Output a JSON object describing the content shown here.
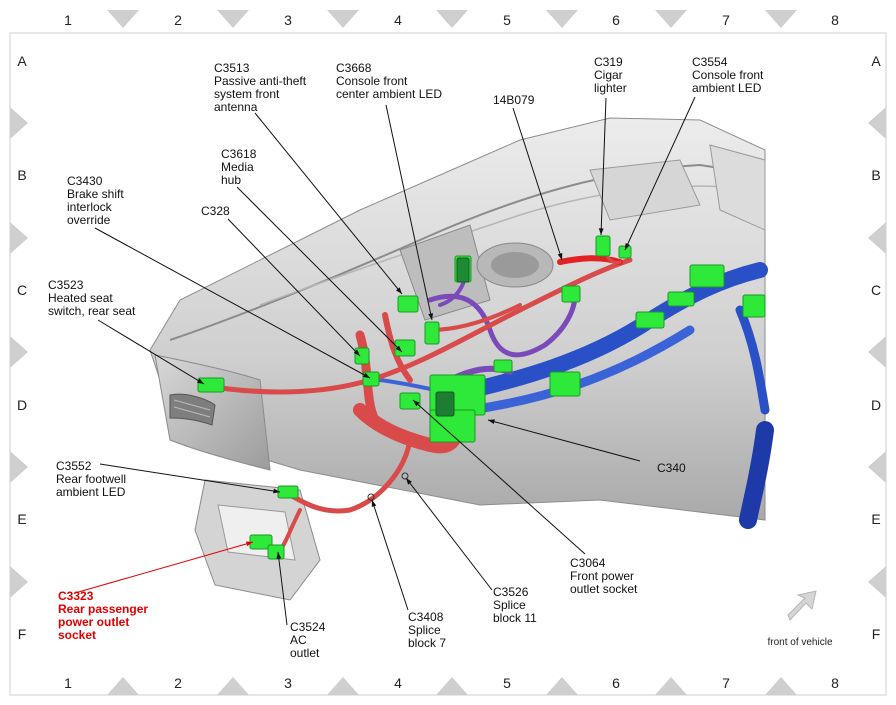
{
  "grid": {
    "columns": [
      "1",
      "2",
      "3",
      "4",
      "5",
      "6",
      "7",
      "8"
    ],
    "rows": [
      "A",
      "B",
      "C",
      "D",
      "E",
      "F"
    ]
  },
  "callouts": {
    "c3513": [
      "C3513",
      "Passive anti-theft",
      "system front",
      "antenna"
    ],
    "c3668": [
      "C3668",
      "Console front",
      "center ambient LED"
    ],
    "c319": [
      "C319",
      "Cigar",
      "lighter"
    ],
    "c3554": [
      "C3554",
      "Console front",
      "ambient LED"
    ],
    "c14b079": [
      "14B079"
    ],
    "c3618": [
      "C3618",
      "Media",
      "hub"
    ],
    "c3430": [
      "C3430",
      "Brake shift",
      "interlock",
      "override"
    ],
    "c328": [
      "C328"
    ],
    "c3523": [
      "C3523",
      "Heated seat",
      "switch, rear seat"
    ],
    "c340": [
      "C340"
    ],
    "c3552": [
      "C3552",
      "Rear footwell",
      "ambient LED"
    ],
    "c3064": [
      "C3064",
      "Front power",
      "outlet socket"
    ],
    "c3526": [
      "C3526",
      "Splice",
      "block 11"
    ],
    "c3408": [
      "C3408",
      "Splice",
      "block 7"
    ],
    "c3524": [
      "C3524",
      "AC",
      "outlet"
    ],
    "c3323": [
      "C3323",
      "Rear passenger",
      "power outlet",
      "socket"
    ]
  },
  "front_of_vehicle": "front of vehicle",
  "colors": {
    "highlight": "#e10000",
    "connector": "#2ee83a",
    "harness_red": "#d94a4a",
    "harness_blue": "#2a50c8",
    "harness_purple": "#7a4ab8",
    "console_gray": "#c9c9c9"
  }
}
